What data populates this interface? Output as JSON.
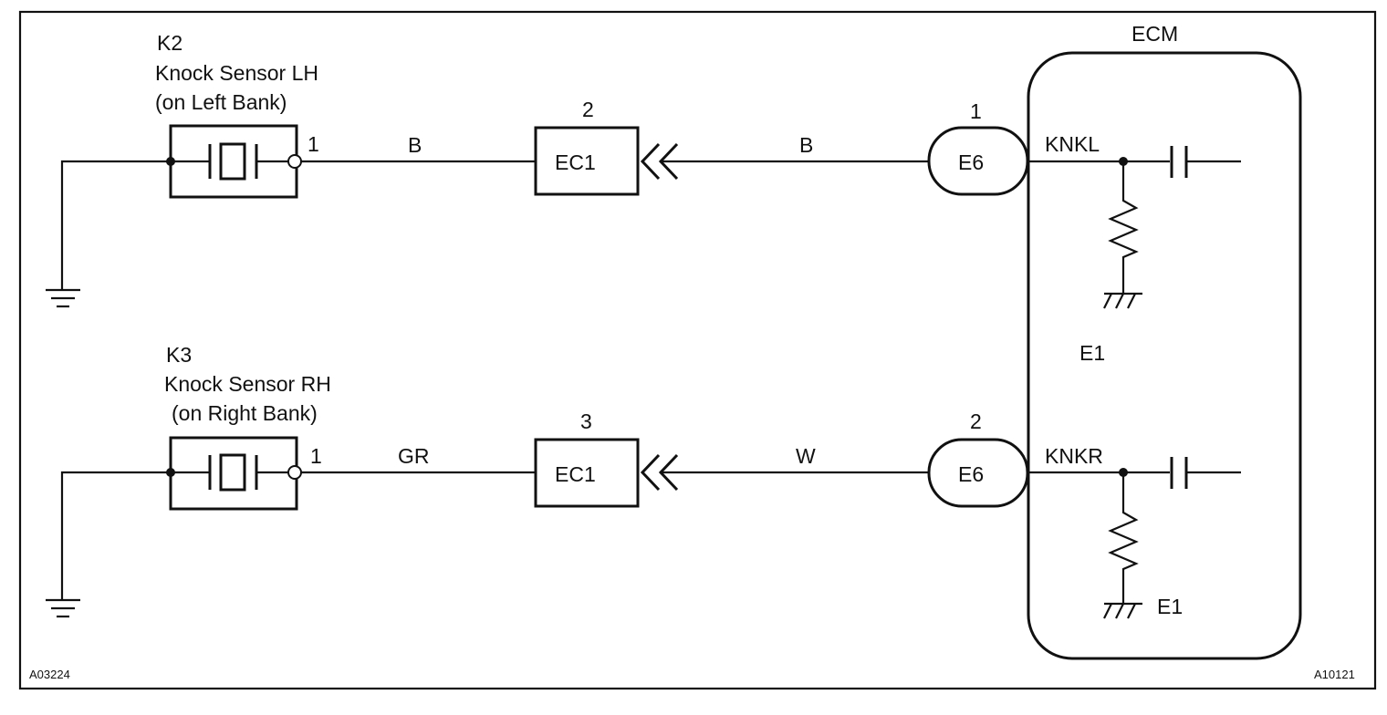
{
  "ecm": {
    "label": "ECM",
    "ground_label": "E1",
    "ground_label_2": "E1"
  },
  "sensors": [
    {
      "code": "K2",
      "name": "Knock Sensor LH",
      "location": "(on Left Bank)",
      "pin": "1",
      "wire1_color": "B",
      "connector1": {
        "name": "EC1",
        "pin": "2"
      },
      "wire2_color": "B",
      "connector2": {
        "name": "E6",
        "pin": "1"
      },
      "ecm_terminal": "KNKL"
    },
    {
      "code": "K3",
      "name": "Knock Sensor RH",
      "location": "(on Right Bank)",
      "pin": "1",
      "wire1_color": "GR",
      "connector1": {
        "name": "EC1",
        "pin": "3"
      },
      "wire2_color": "W",
      "connector2": {
        "name": "E6",
        "pin": "2"
      },
      "ecm_terminal": "KNKR"
    }
  ],
  "figure_codes": {
    "left": "A03224",
    "right": "A10121"
  }
}
